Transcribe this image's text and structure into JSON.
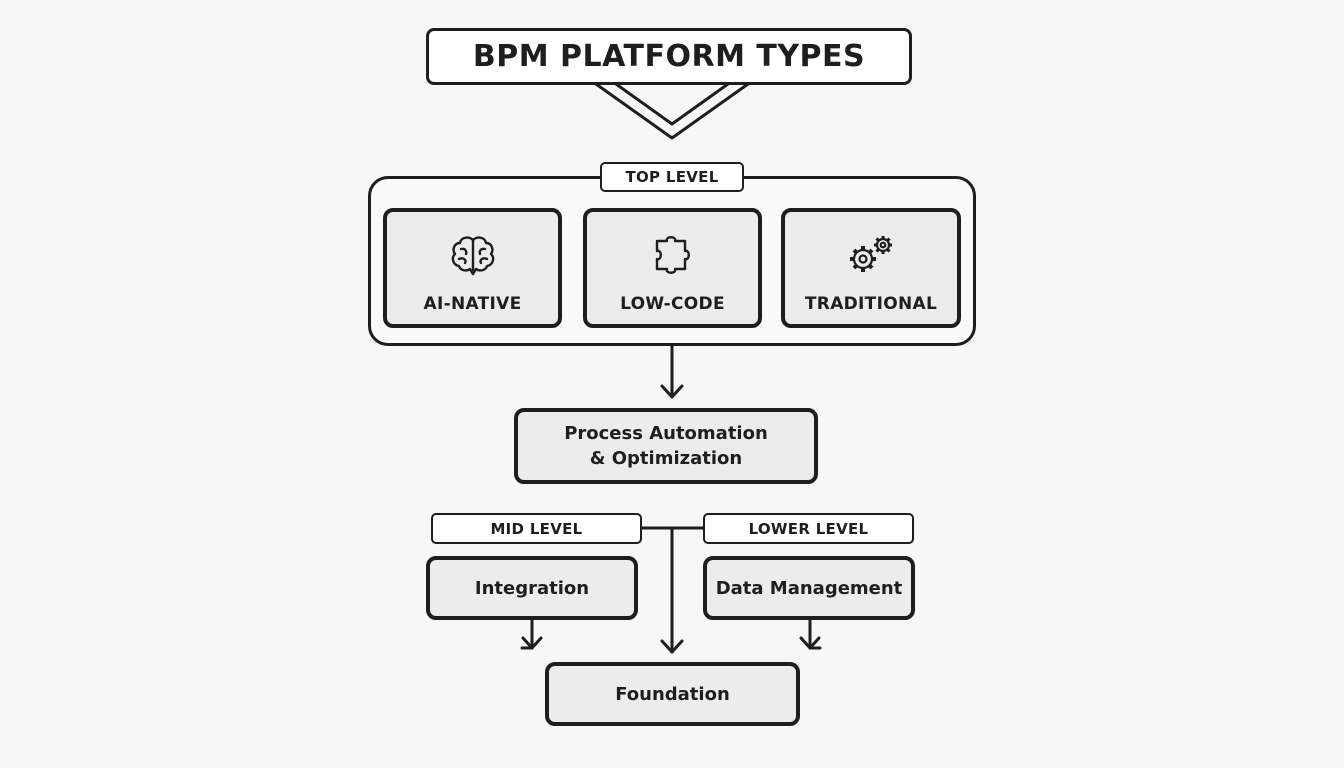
{
  "title": "BPM PLATFORM TYPES",
  "top_level": {
    "label": "TOP LEVEL",
    "cards": [
      {
        "label": "AI-NATIVE",
        "icon": "brain-icon"
      },
      {
        "label": "LOW-CODE",
        "icon": "puzzle-icon"
      },
      {
        "label": "TRADITIONAL",
        "icon": "gears-icon"
      }
    ]
  },
  "process": {
    "line1": "Process Automation",
    "line2": "& Optimization"
  },
  "mid_level": {
    "label": "MID LEVEL",
    "box": "Integration"
  },
  "lower_level": {
    "label": "LOWER LEVEL",
    "box": "Data Management"
  },
  "foundation": "Foundation",
  "colors": {
    "stroke": "#1e1e1e",
    "box_fill": "#ececec",
    "background": "#f7f7f7"
  }
}
